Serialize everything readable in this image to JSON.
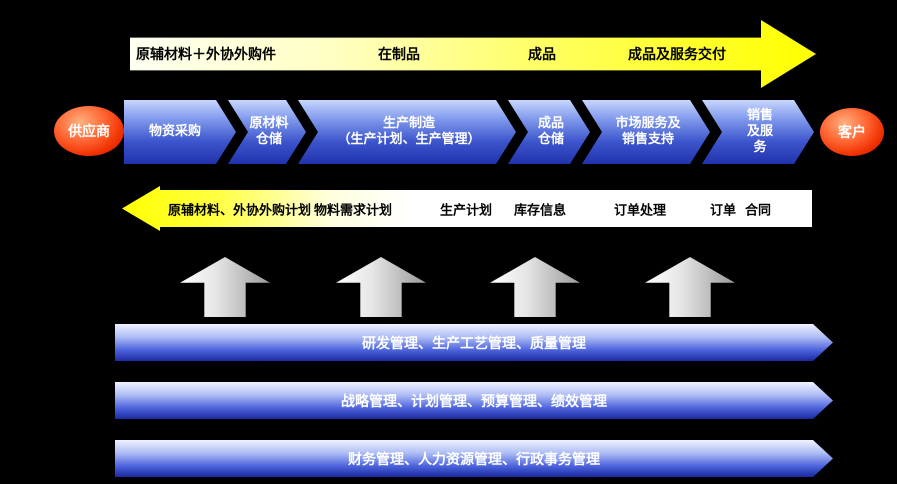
{
  "colors": {
    "background": "#000000",
    "flow_arrow_yellow": "#ffff00",
    "chain_blue": "#2033ad",
    "node_red": "#f03000",
    "bar_blue": "#1b2aa2",
    "text_on_blue": "#ffffff",
    "text_on_yellow": "#000000"
  },
  "top_flow_arrow": {
    "labels": [
      "原辅材料＋外协外购件",
      "在制品",
      "成品",
      "成品及服务交付"
    ]
  },
  "process_chain": {
    "supplier_label": "供应商",
    "customer_label": "客户",
    "steps": [
      {
        "label": "物资采购"
      },
      {
        "label": "原材料\n仓储"
      },
      {
        "label": "生产制造\n（生产计划、生产管理）"
      },
      {
        "label": "成品\n仓储"
      },
      {
        "label": "市场服务及\n销售支持"
      },
      {
        "label": "销售\n及服\n务"
      }
    ]
  },
  "plan_flow_arrow": {
    "labels": [
      "原辅材料、外协外购计划",
      "物料需求计划",
      "生产计划",
      "库存信息",
      "订单处理",
      "订单  合同"
    ]
  },
  "support_bars": [
    {
      "label": "研发管理、生产工艺管理、质量管理"
    },
    {
      "label": "战略管理、计划管理、预算管理、绩效管理"
    },
    {
      "label": "财务管理、人力资源管理、行政事务管理"
    }
  ]
}
